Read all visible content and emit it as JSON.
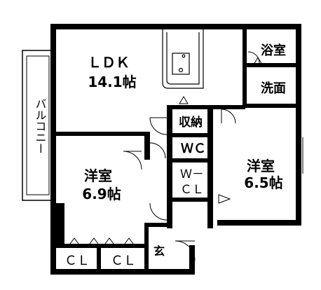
{
  "floorplan": {
    "colors": {
      "wall": "#000000",
      "background": "#ffffff",
      "fixture_line": "#000000"
    },
    "rooms": {
      "ldk_name": "ＬＤＫ",
      "ldk_size": "14.1帖",
      "bath": "浴室",
      "washroom": "洗面",
      "storage": "収納",
      "toilet": "ＷＣ",
      "western1_name": "洋室",
      "western1_size": "6.9帖",
      "western2_name": "洋室",
      "western2_size": "6.5帖",
      "walkin_top": "Ｗ－",
      "walkin_bottom": "ＣＬ",
      "closet1": "ＣＬ",
      "closet2": "ＣＬ",
      "entrance": "玄",
      "balcony": "バルコニー"
    }
  }
}
